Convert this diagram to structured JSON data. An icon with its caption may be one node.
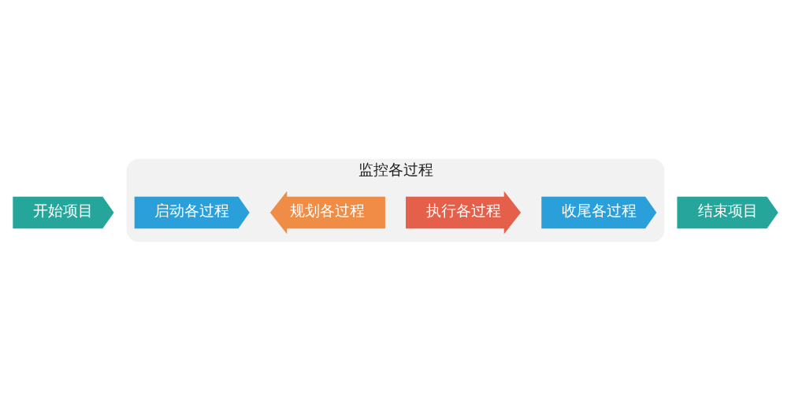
{
  "diagram": {
    "nodes": [
      {
        "text": [
          "开始项目"
        ]
      },
      {
        "text": [
          "监控各过程"
        ]
      },
      {
        "text": [
          "启动各过程"
        ],
        "in": 1
      },
      {
        "text": [
          "规划各过程"
        ],
        "in": 1
      },
      {
        "text": [
          "执行各过程"
        ],
        "in": 1
      },
      {
        "text": [
          "收尾各过程"
        ],
        "in": 1
      },
      {
        "text": [
          "结束项目"
        ]
      }
    ],
    "edges": []
  }
}
